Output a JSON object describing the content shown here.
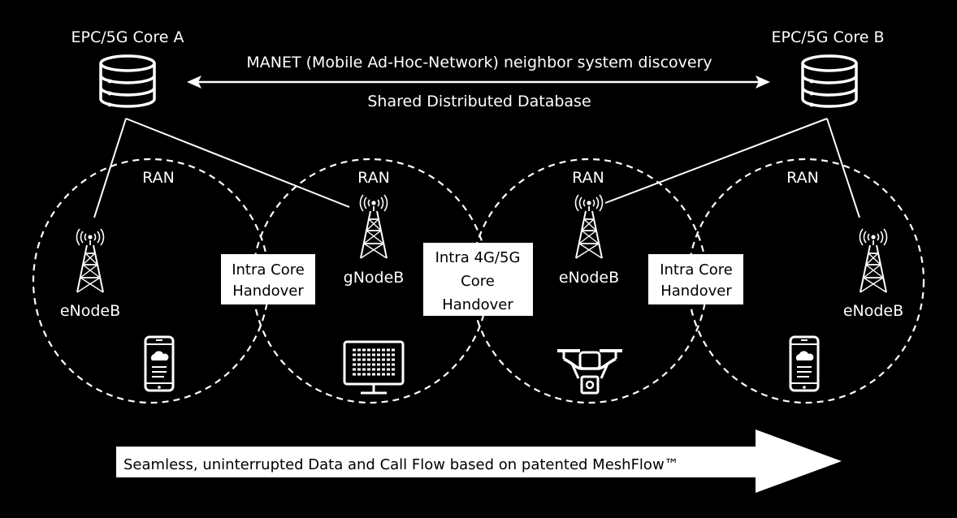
{
  "diagram": {
    "core_a": {
      "label": "EPC/5G Core A",
      "icon": "database-icon"
    },
    "core_b": {
      "label": "EPC/5G Core B",
      "icon": "database-icon"
    },
    "manet_label": "MANET (Mobile Ad-Hoc-Network) neighbor system discovery",
    "shared_db_label": "Shared Distributed Database",
    "ran_cells": [
      {
        "label": "RAN",
        "node_label": "eNodeB",
        "device_icon": "smartphone-icon"
      },
      {
        "label": "RAN",
        "node_label": "gNodeB",
        "device_icon": "monitor-icon"
      },
      {
        "label": "RAN",
        "node_label": "eNodeB",
        "device_icon": "drone-camera-icon"
      },
      {
        "label": "RAN",
        "node_label": "eNodeB",
        "device_icon": "smartphone-icon"
      }
    ],
    "handovers": [
      {
        "lines": [
          "Intra Core",
          "Handover"
        ]
      },
      {
        "lines": [
          "Intra 4G/5G",
          "Core",
          "Handover"
        ]
      },
      {
        "lines": [
          "Intra Core",
          "Handover"
        ]
      }
    ],
    "flow_arrow_label": "Seamless, uninterrupted Data and Call Flow based on patented MeshFlow™",
    "colors": {
      "background": "#000000",
      "foreground": "#ffffff"
    }
  }
}
